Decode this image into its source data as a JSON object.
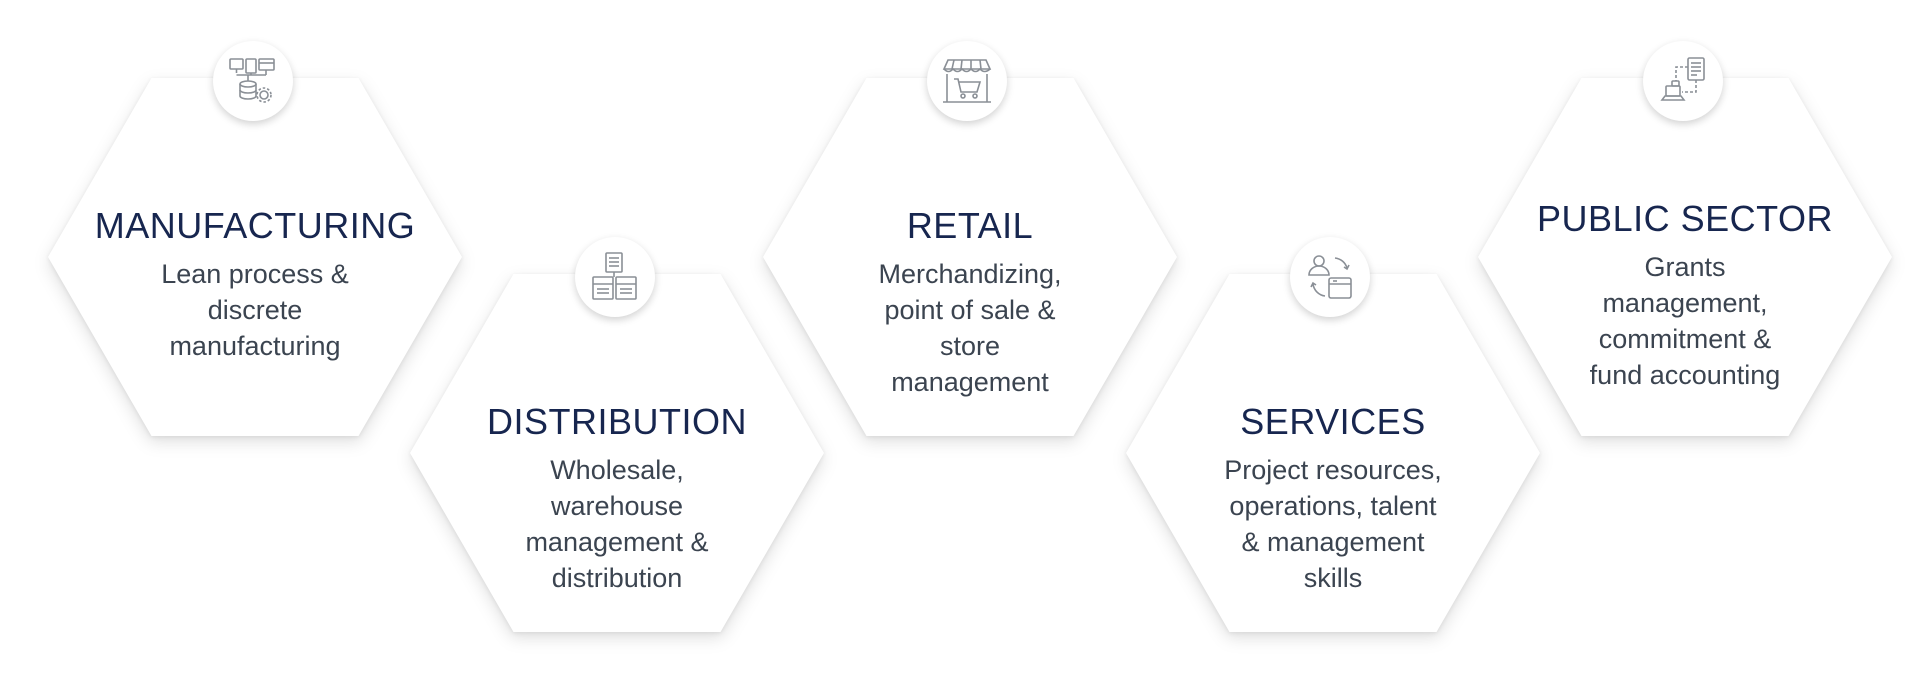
{
  "diagram": {
    "nodes": [
      {
        "id": "manufacturing",
        "title": "MANUFACTURING",
        "description_lines": [
          "Lean process &",
          "discrete",
          "manufacturing"
        ],
        "icon": "computers-database-gear-icon"
      },
      {
        "id": "distribution",
        "title": "DISTRIBUTION",
        "description_lines": [
          "Wholesale,",
          "warehouse",
          "management &",
          "distribution"
        ],
        "icon": "document-boxes-icon"
      },
      {
        "id": "retail",
        "title": "RETAIL",
        "description_lines": [
          "Merchandizing,",
          "point of sale &",
          "store",
          "management"
        ],
        "icon": "storefront-cart-icon"
      },
      {
        "id": "services",
        "title": "SERVICES",
        "description_lines": [
          "Project resources,",
          "operations, talent",
          "& management",
          "skills"
        ],
        "icon": "person-sync-calendar-icon"
      },
      {
        "id": "public-sector",
        "title": "PUBLIC SECTOR",
        "description_lines": [
          "Grants",
          "management,",
          "commitment &",
          "fund accounting"
        ],
        "icon": "tablet-laptop-connection-icon"
      }
    ],
    "colors": {
      "title": "#17264f",
      "description": "#3b4450",
      "icon_stroke": "#8a8f96",
      "hexagon_fill": "#ffffff"
    }
  }
}
